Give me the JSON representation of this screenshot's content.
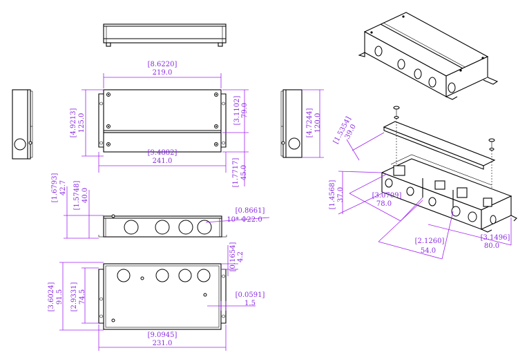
{
  "colors": {
    "dimension": "#8a2be2",
    "outline": "#000000"
  },
  "dims": {
    "top_width_in": "[8.6220]",
    "top_width_mm": "219.0",
    "overall_width_in": "[9.4882]",
    "overall_width_mm": "241.0",
    "height_in": "[4.9213]",
    "height_mm": "125.0",
    "upper_panel_in": "[3.1102]",
    "upper_panel_mm": "79.0",
    "lower_panel_in": "[1.7717]",
    "lower_panel_mm": "45.0",
    "side_height_in": "[4.7244]",
    "side_height_mm": "120.0",
    "front_total_in": "[1.6793]",
    "front_total_mm": "42.7",
    "front_body_in": "[1.5748]",
    "front_body_mm": "40.0",
    "knockout_in": "[0.8661]",
    "knockout_mm": "10* Φ22.0",
    "base_depth_in": "[3.6024]",
    "base_depth_mm": "91.5",
    "base_inner_in": "[2.9331]",
    "base_inner_mm": "74.5",
    "flange_in": "[0.1654]",
    "flange_mm": "4.2",
    "thickness_in": "[0.0591]",
    "thickness_mm": "1.5",
    "base_width_in": "[9.0945]",
    "base_width_mm": "231.0",
    "iso_lid_in": "[1.5354]",
    "iso_lid_mm": "39.0",
    "iso_height_in": "[1.4568]",
    "iso_height_mm": "37.0",
    "iso_depth_in": "[3.0709]",
    "iso_depth_mm": "78.0",
    "iso_comp1_in": "[2.1260]",
    "iso_comp1_mm": "54.0",
    "iso_comp2_in": "[3.1496]",
    "iso_comp2_mm": "80.0"
  }
}
